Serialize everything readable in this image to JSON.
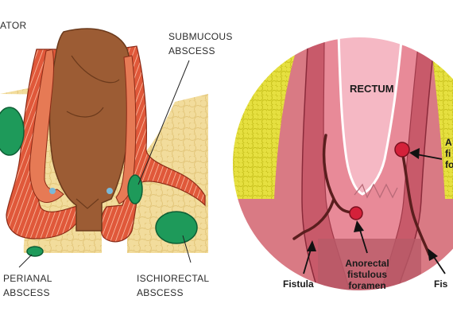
{
  "left_diagram": {
    "labels": {
      "top_left": "ATOR",
      "submucous": [
        "SUBMUCOUS",
        "ABSCESS"
      ],
      "perianal": [
        "PERIANAL",
        "ABSCESS"
      ],
      "ischiorectal": [
        "ISCHIORECTAL",
        "ABSCESS"
      ]
    }
  },
  "right_diagram": {
    "labels": {
      "rectum": "RECTUM",
      "foramen_top": [
        "A",
        "fi",
        "fo"
      ],
      "fistula_left": "Fistula",
      "foramen_bottom": [
        "Anorectal",
        "fistulous",
        "foramen"
      ],
      "fistula_right": "Fis"
    }
  },
  "colors": {
    "fat": "#f2dc9c",
    "muscle": "#e0583a",
    "muscle_stripe": "#ffd0b5",
    "lumen": "#9c5c34",
    "abscess": "#1e9a5a",
    "rectum_wall": "#e88a98",
    "rectum_core": "#f5b8c4",
    "yellow": "#e6e040",
    "fistula": "#5a1e1e"
  }
}
